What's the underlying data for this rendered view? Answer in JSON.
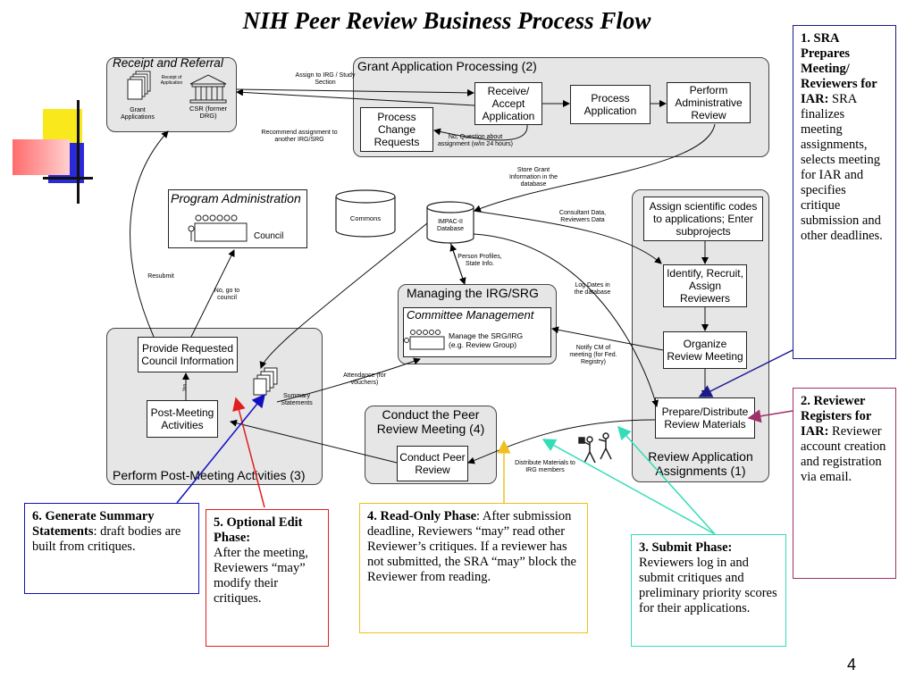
{
  "title": "NIH Peer Review Business Process Flow",
  "page_number": "4",
  "receipt": {
    "title": "Receipt and Referral",
    "grant_apps": "Grant Applications",
    "receipt_of_app": "Receipt of Application",
    "csr": "CSR (former DRG)"
  },
  "gap": {
    "title": "Grant Application Processing  (2)",
    "receive": "Receive/ Accept Application",
    "process": "Process Application",
    "perform": "Perform Administrative Review",
    "change": "Process Change Requests"
  },
  "program_admin": {
    "title": "Program Administration",
    "council": "Council"
  },
  "commons": "Commons",
  "impac": "IMPAC-II Database",
  "managing": {
    "title": "Managing the IRG/SRG",
    "committee": "Committee Management",
    "manage_text": "Manage the SRG/IRG (e.g. Review Group)"
  },
  "review_assign": {
    "title": "Review Application Assignments  (1)",
    "assign_codes": "Assign scientific codes to applications; Enter subprojects",
    "identify": "Identify, Recruit, Assign Reviewers",
    "organize": "Organize Review Meeting",
    "prepare": "Prepare/Distribute Review Materials"
  },
  "post_meeting": {
    "title": "Perform Post-Meeting Activities  (3)",
    "provide": "Provide Requested Council Information",
    "activities": "Post-Meeting Activities",
    "summary": "Summary Statements"
  },
  "peer_review": {
    "title": "Conduct the Peer Review Meeting  (4)",
    "conduct": "Conduct Peer Review"
  },
  "labels": {
    "assign_irg": "Assign to IRG / Study Section",
    "recommend": "Recommend assignment to another IRG/SRG",
    "no_question": "No, Question about assignment (w/in 24 hours)",
    "store_grant": "Store Grant Information in the database",
    "consultant": "Consultant Data, Reviewers Data",
    "person": "Person Profiles, State Info.",
    "log_dates": "Log Dates in the database",
    "notify": "Notify CM of meeting (for Fed. Registry)",
    "attendance": "Attendance (for vouchers)",
    "resubmit": "Resubmit",
    "no_council": "No, go to council",
    "distribute": "Distribute Materials to IRG members",
    "yes": "Yes"
  },
  "notes": {
    "sra": {
      "heading": "1. SRA Prepares Meeting/ Reviewers for IAR:",
      "body": "SRA finalizes meeting assignments, selects meeting for IAR and specifies critique submission and other deadlines."
    },
    "register": {
      "heading": "2. Reviewer Registers for IAR:",
      "body": "Reviewer account creation and registration via email."
    },
    "submit": {
      "heading": "3. Submit Phase:",
      "body": "Reviewers log in and submit critiques and preliminary priority scores for their applications."
    },
    "readonly": {
      "heading": "4. Read-Only Phase",
      "body": ": After submission deadline, Reviewers “may” read other Reviewer’s critiques. If a reviewer has not submitted, the SRA “may” block the Reviewer from reading."
    },
    "edit": {
      "heading": "5. Optional Edit Phase:",
      "body": "After the meeting, Reviewers “may” modify their critiques."
    },
    "generate": {
      "heading": "6. Generate Summary Statements",
      "body": ":  draft bodies are built from critiques."
    }
  },
  "colors": {
    "note1_border": "#1a1a8c",
    "note2_border": "#a0306a",
    "note3_border": "#33ddb8",
    "note4_border": "#f0c020",
    "note5_border": "#e02020",
    "note6_border": "#1010c0",
    "panel_fill": "#e6e6e6"
  }
}
